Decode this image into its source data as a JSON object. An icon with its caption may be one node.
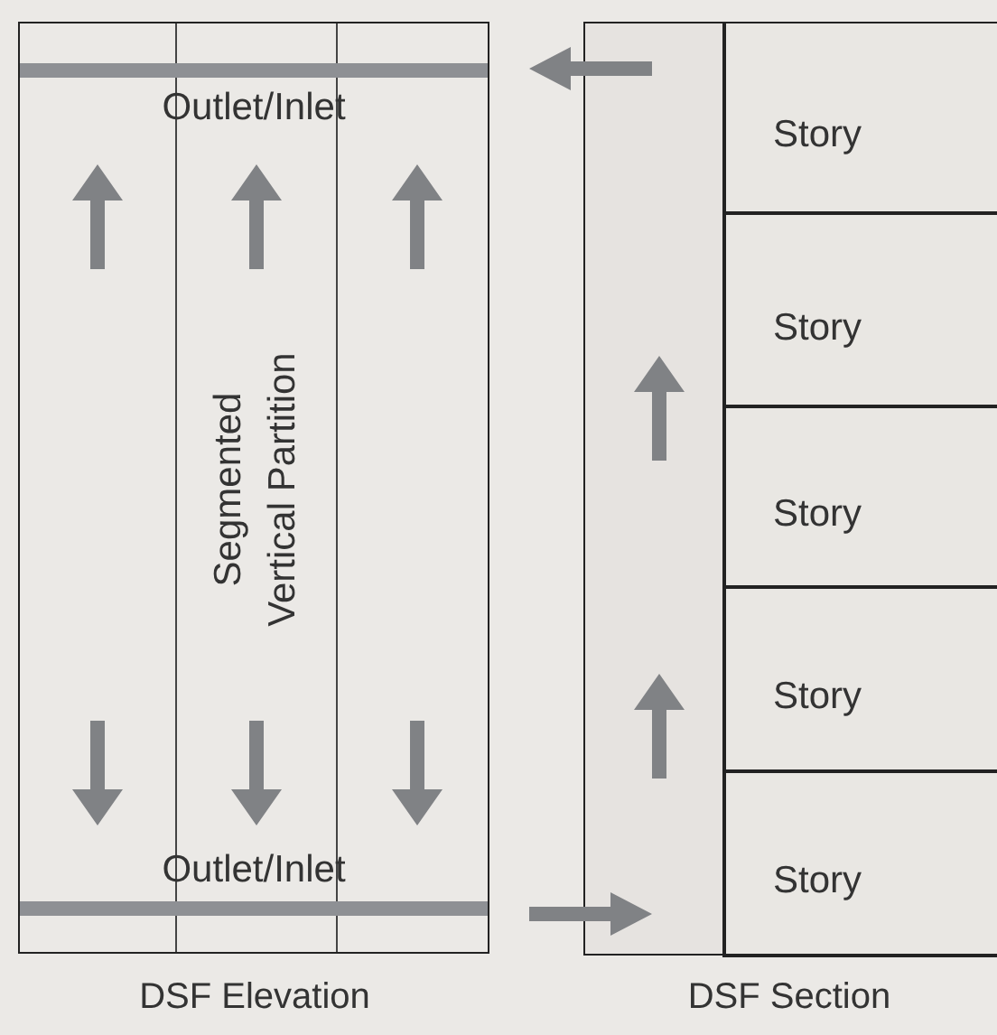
{
  "diagram": {
    "nodes": [
      {
        "text": [
          "Outlet/Inlet",
          "Segmented Vertical Partition",
          "Outlet/Inlet"
        ],
        "beside": [
          "DSF Elevation"
        ]
      },
      {
        "text": [],
        "shape": "box",
        "beside": [
          "DSF Section"
        ]
      },
      {
        "text": [
          "Story"
        ],
        "in": 1
      },
      {
        "text": [
          "Story"
        ],
        "in": 1
      },
      {
        "text": [
          "Story"
        ],
        "in": 1
      },
      {
        "text": [
          "Story"
        ],
        "in": 1
      },
      {
        "text": [
          "Story"
        ],
        "in": 1
      }
    ]
  }
}
